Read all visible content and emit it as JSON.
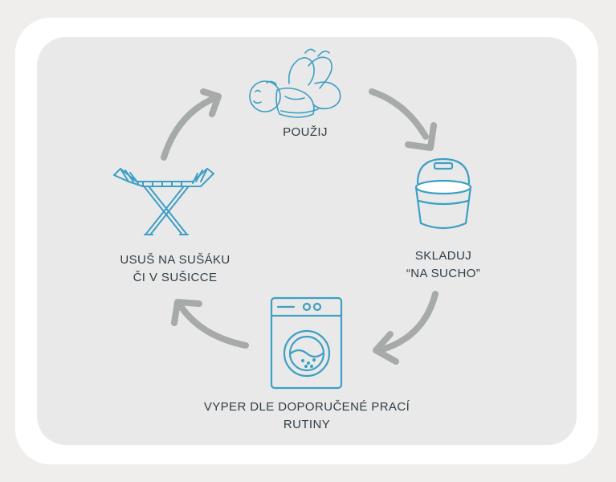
{
  "steps": [
    {
      "id": "use",
      "lines": [
        "POUŽIJ"
      ],
      "icon": "baby-icon"
    },
    {
      "id": "store",
      "lines": [
        "SKLADUJ",
        "“NA SUCHO”"
      ],
      "icon": "bucket-icon"
    },
    {
      "id": "wash",
      "lines": [
        "VYPER DLE DOPORUČENÉ PRACÍ",
        "RUTINY"
      ],
      "icon": "washing-machine-icon"
    },
    {
      "id": "dry",
      "lines": [
        "USUŠ NA SUŠÁKU",
        "ČI V SUŠICCE"
      ],
      "icon": "drying-rack-icon"
    }
  ],
  "colors": {
    "icon": "#3d9fc4",
    "arrow": "#a6aaa9",
    "text": "#2f3d45",
    "panel": "#e9e9e9",
    "frame": "#ffffff",
    "background": "#efeeec"
  }
}
